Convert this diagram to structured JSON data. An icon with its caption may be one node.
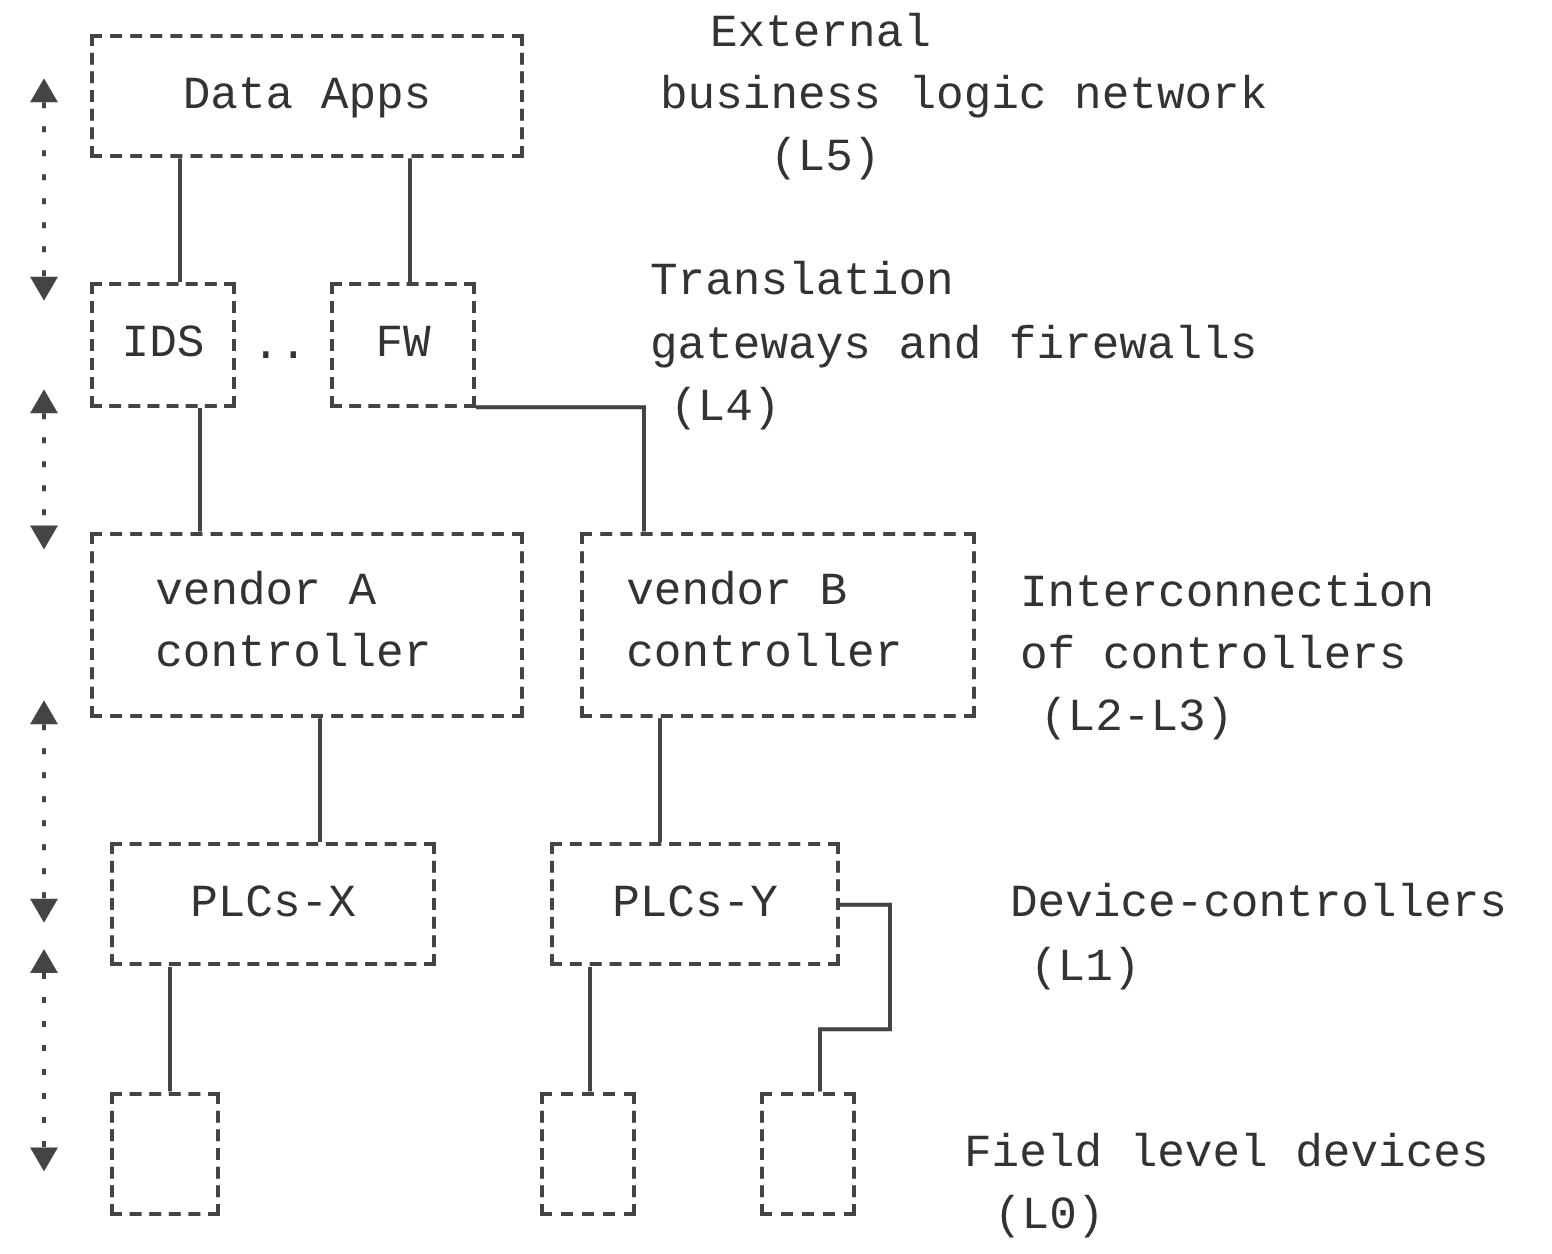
{
  "diagram": {
    "nodes": [
      {
        "text": [
          "Data Apps"
        ]
      },
      {
        "text": [
          "IDS"
        ]
      },
      {
        "text": [
          "FW"
        ]
      },
      {
        "text": [
          "vendor A controller"
        ]
      },
      {
        "text": [
          "vendor B controller"
        ]
      },
      {
        "text": [
          "PLCs-X"
        ]
      },
      {
        "text": [
          "PLCs-Y"
        ]
      },
      {
        "text": [],
        "shape": "box"
      },
      {
        "text": [],
        "shape": "box"
      },
      {
        "text": [],
        "shape": "box"
      }
    ],
    "edges": [
      {
        "from": 0,
        "to": 1,
        "arrow": "none"
      },
      {
        "from": 0,
        "to": 2,
        "arrow": "none"
      },
      {
        "from": 1,
        "to": 3,
        "arrow": "none"
      },
      {
        "from": 2,
        "to": 4,
        "arrow": "none"
      },
      {
        "from": 3,
        "to": 5,
        "arrow": "none"
      },
      {
        "from": 4,
        "to": 6,
        "arrow": "none"
      },
      {
        "from": 5,
        "to": 7,
        "arrow": "none"
      },
      {
        "from": 6,
        "to": 8,
        "arrow": "none"
      },
      {
        "from": 6,
        "to": 9,
        "arrow": "none"
      }
    ],
    "labels": [
      "External",
      "business logic network",
      "(L5)",
      "..",
      "Translation",
      "gateways and firewalls",
      "(L4)",
      "Interconnection",
      "of controllers",
      "(L2-L3)",
      "Device-controllers",
      "(L1)",
      "Field level devices",
      "(L0)"
    ]
  }
}
